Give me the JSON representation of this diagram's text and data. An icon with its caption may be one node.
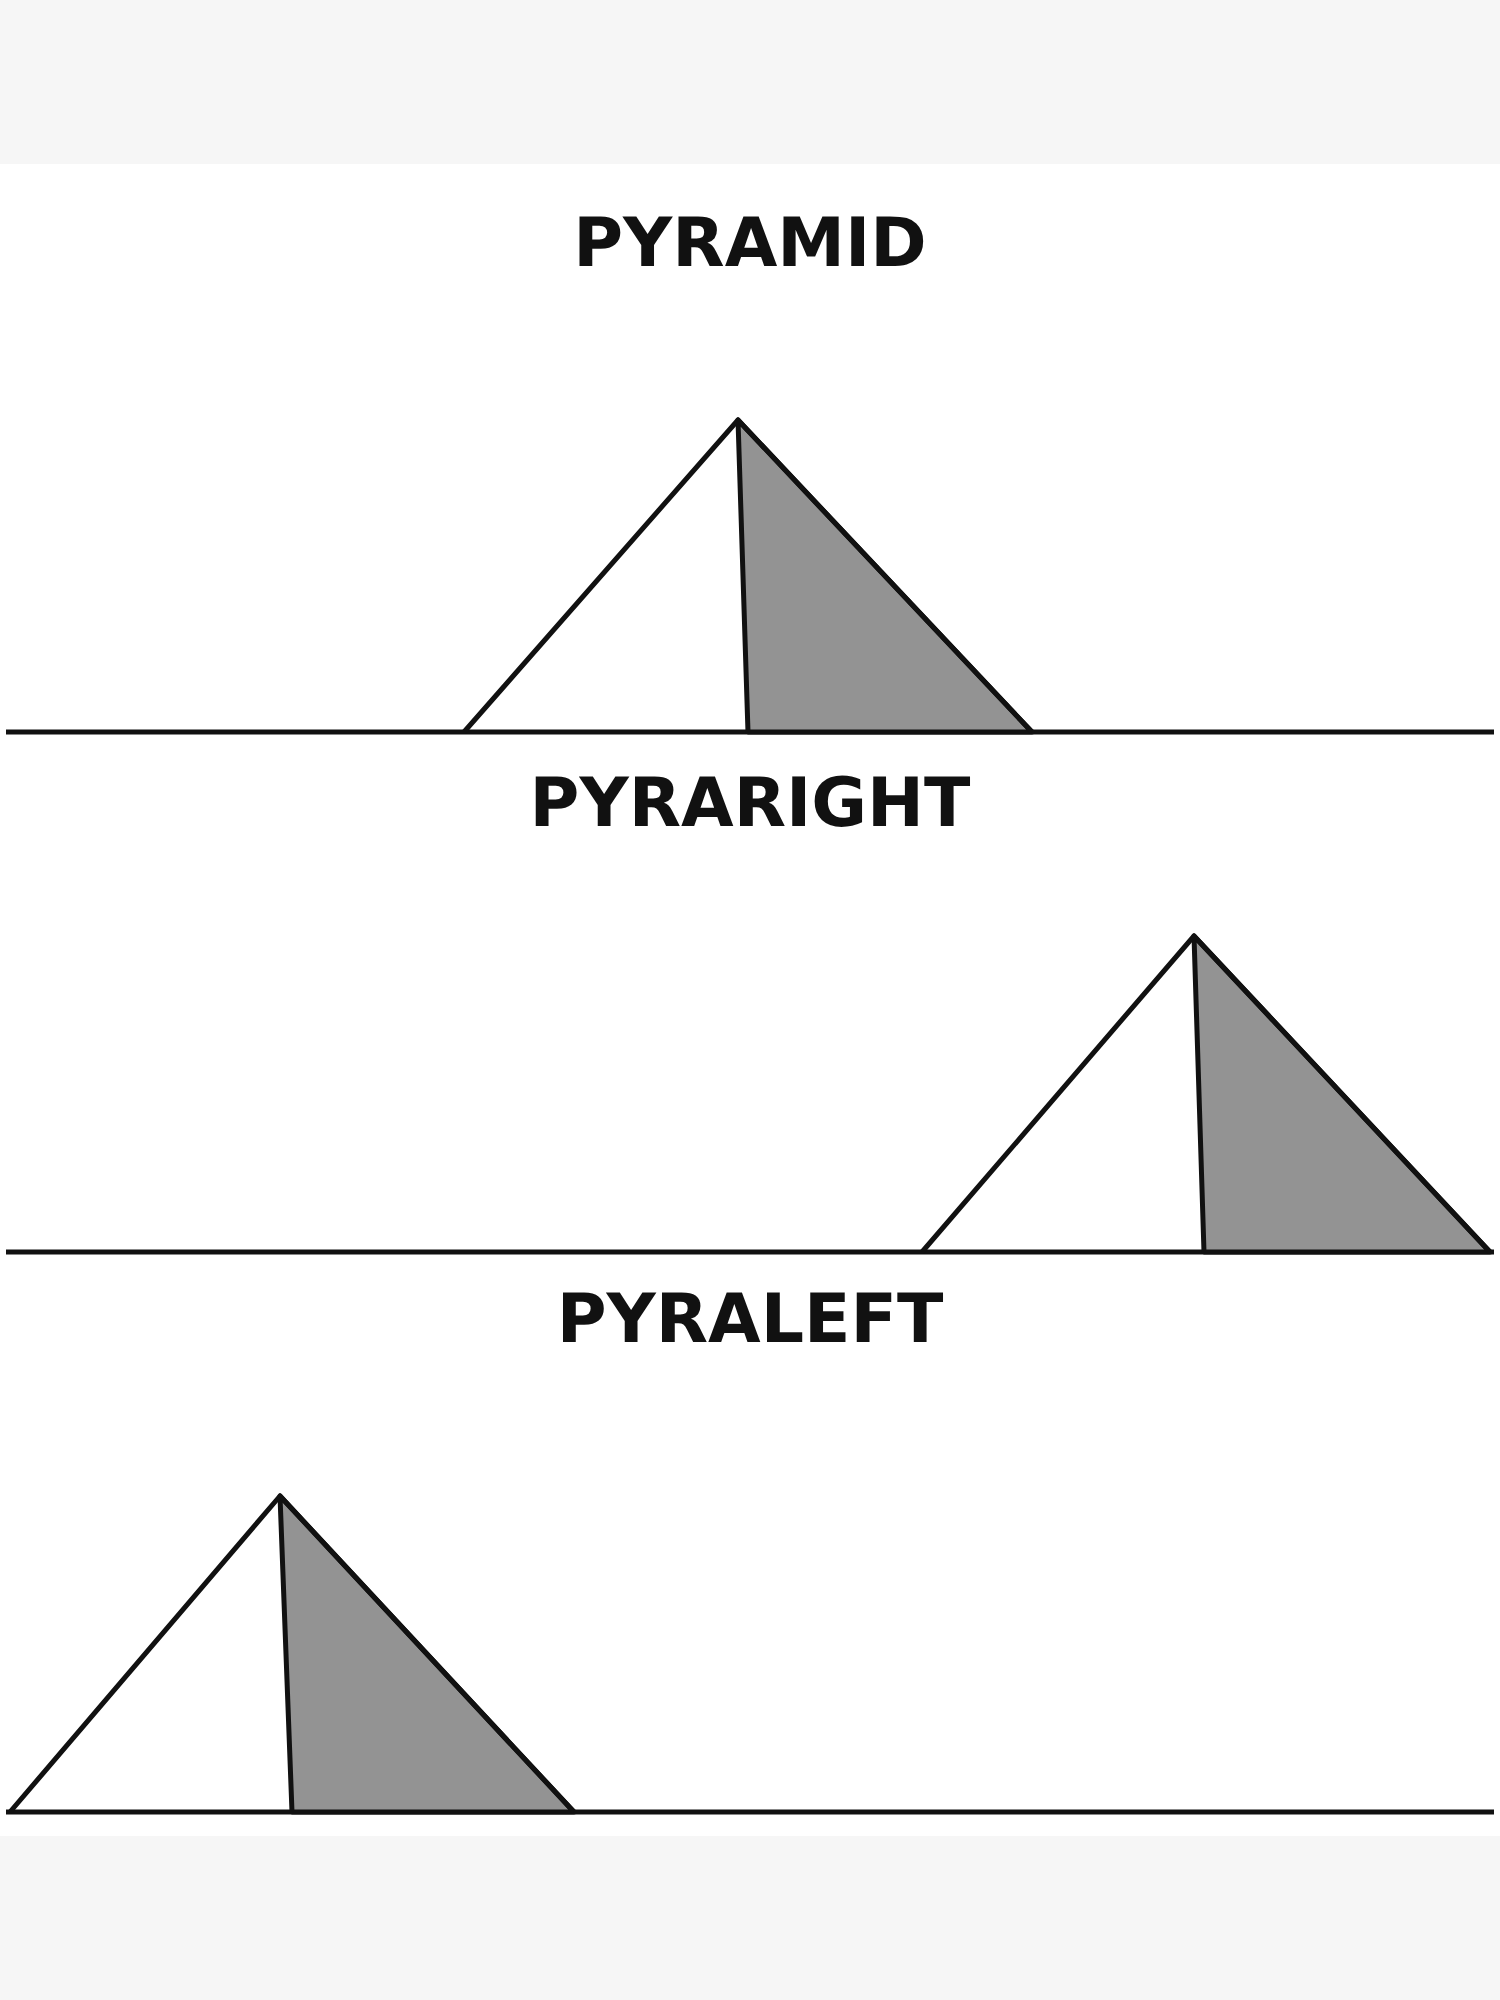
{
  "diagram": {
    "labels": [
      "PYRAMID",
      "PYRARIGHT",
      "PYRALEFT"
    ]
  }
}
